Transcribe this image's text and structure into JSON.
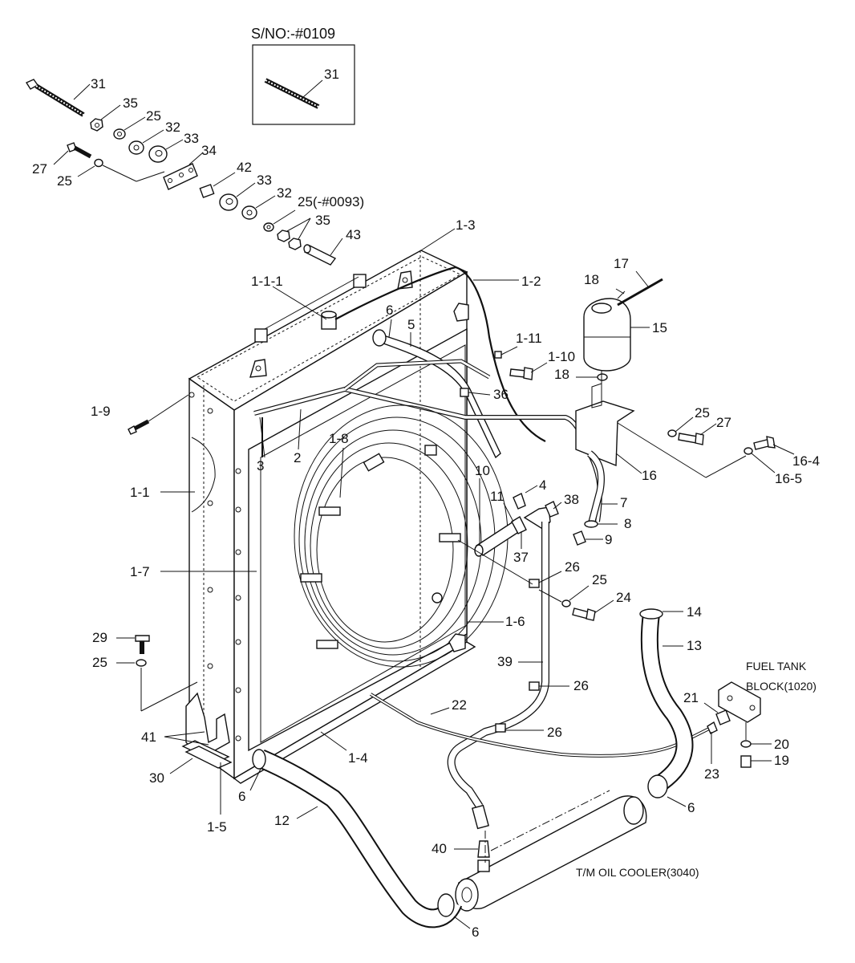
{
  "serial_box": {
    "title": "S/NO:-#0109",
    "part": "31"
  },
  "notes": {
    "fuel_tank_line1": "FUEL TANK",
    "fuel_tank_line2": "BLOCK(1020)",
    "oil_cooler": "T/M OIL COOLER(3040)"
  },
  "labels": {
    "p31": "31",
    "p35a": "35",
    "p25a": "25",
    "p32a": "32",
    "p33a": "33",
    "p34": "34",
    "p27a": "27",
    "p25b": "25",
    "p42": "42",
    "p33b": "33",
    "p32b": "32",
    "p25c": "25(-#0093)",
    "p35b": "35",
    "p43": "43",
    "p1_3": "1-3",
    "p1_1_1": "1-1-1",
    "p1_2": "1-2",
    "p6a": "6",
    "p5": "5",
    "p1_11": "1-11",
    "p1_10": "1-10",
    "p17": "17",
    "p18a": "18",
    "p15": "15",
    "p18b": "18",
    "p36": "36",
    "p1_9": "1-9",
    "p25d": "25",
    "p27b": "27",
    "p16_4": "16-4",
    "p16_5": "16-5",
    "p16": "16",
    "p3": "3",
    "p2": "2",
    "p1_8": "1-8",
    "p1_1": "1-1",
    "p10": "10",
    "p4": "4",
    "p11": "11",
    "p38": "38",
    "p7": "7",
    "p8": "8",
    "p9": "9",
    "p37": "37",
    "p1_7": "1-7",
    "p26a": "26",
    "p25e": "25",
    "p24": "24",
    "p14": "14",
    "p13": "13",
    "p1_6": "1-6",
    "p29": "29",
    "p25f": "25",
    "p39": "39",
    "p26b": "26",
    "p21": "21",
    "p22": "22",
    "p26c": "26",
    "p20": "20",
    "p23": "23",
    "p19": "19",
    "p41": "41",
    "p1_4": "1-4",
    "p30": "30",
    "p6b": "6",
    "p6c": "6",
    "p12": "12",
    "p1_5": "1-5",
    "p40": "40",
    "p6d": "6"
  }
}
